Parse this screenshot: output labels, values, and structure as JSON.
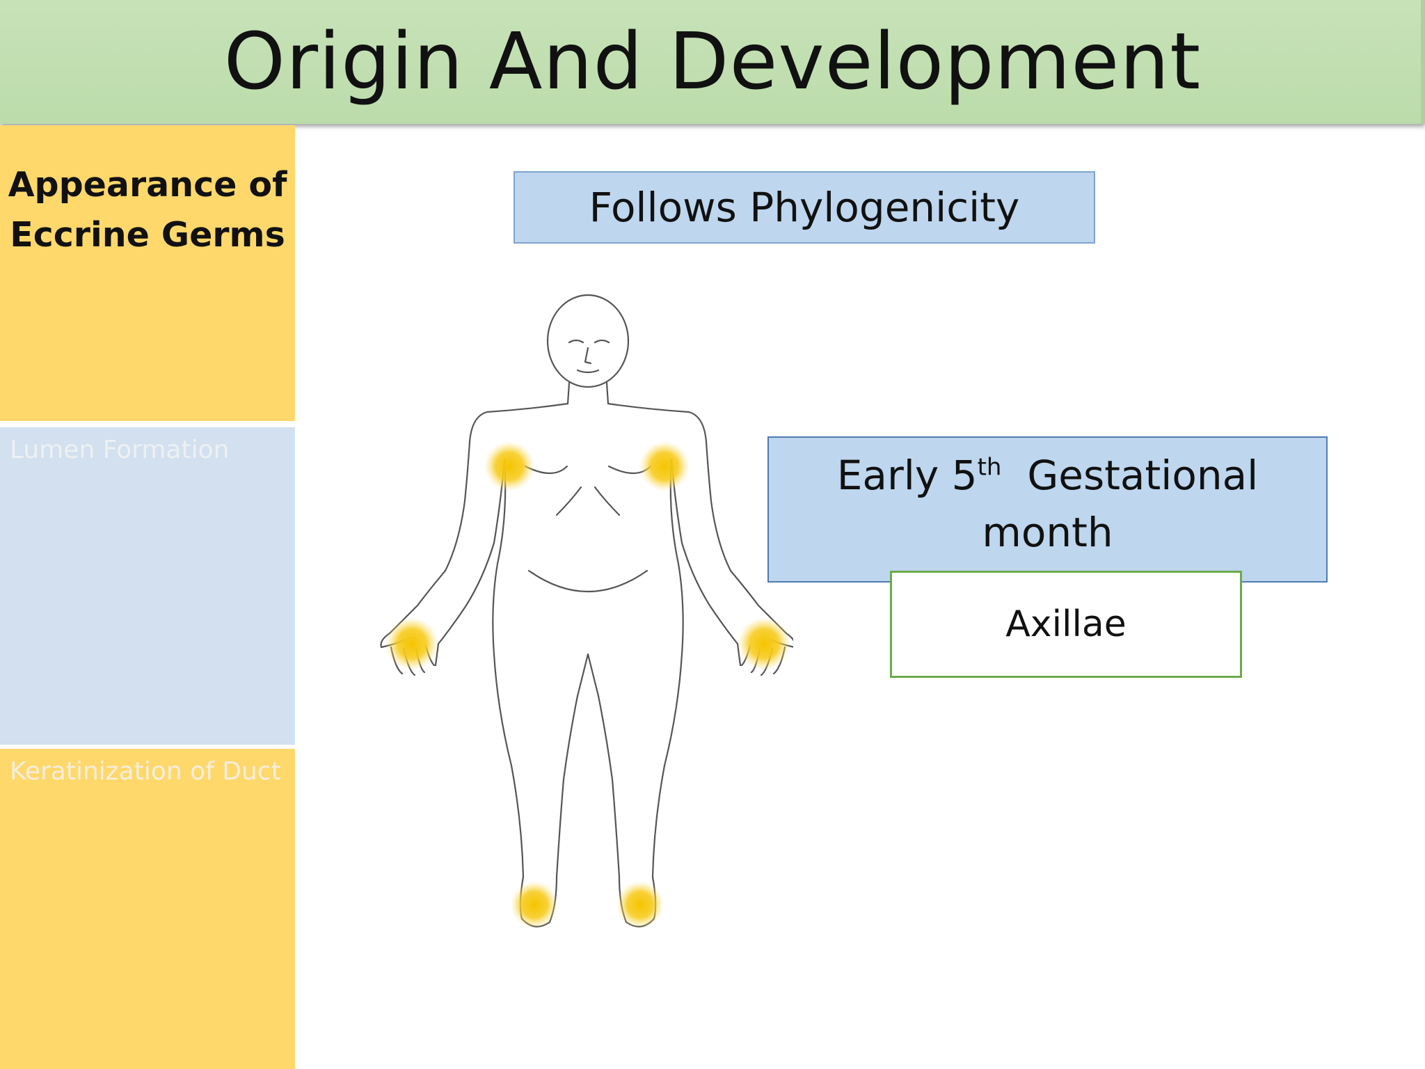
{
  "title": "Origin And Development",
  "side_panels": [
    {
      "label_line1": "Appearance of",
      "label_line2": "Eccrine Germs"
    },
    {
      "label": "Lumen Formation"
    },
    {
      "label": "Keratinization of Duct"
    }
  ],
  "boxes": {
    "phylogenicity": "Follows Phylogenicity",
    "month": {
      "part1": "Early 5",
      "sup": "th",
      "part2": "Gestational",
      "line2": "month"
    },
    "location": "Axillae"
  },
  "colors": {
    "title_bar": "#c2dfb2",
    "panel_yellow": "#ffd86b",
    "panel_blue": "#d2e0ef",
    "box_blue": "#bed6ee",
    "highlight": "#f5c400",
    "green_border": "#6cab4a"
  }
}
